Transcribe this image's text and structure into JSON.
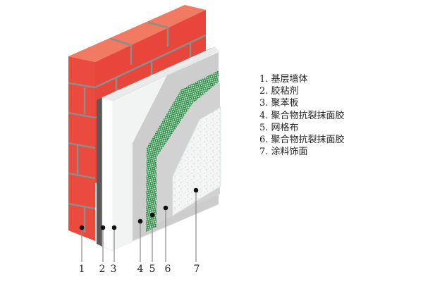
{
  "legend": [
    "1. 基层墙体",
    "2. 胶粘剂",
    "3. 聚苯板",
    "4. 聚合物抗裂抹面胶",
    "5. 网格布",
    "6. 聚合物抗裂抹面胶",
    "7. 涂料饰面"
  ],
  "callouts": [
    "1",
    "2",
    "3",
    "4",
    "5",
    "6",
    "7"
  ],
  "colors": {
    "brick": "#e8463a",
    "brick_top": "#f07a62",
    "mortar": "#8a8a8a",
    "adhesive": "#5a5a5a",
    "eps": "#f4f5f5",
    "plaster": "#cfcfcf",
    "mesh": "#1e8a3c",
    "finish": "#f3f4f4"
  }
}
